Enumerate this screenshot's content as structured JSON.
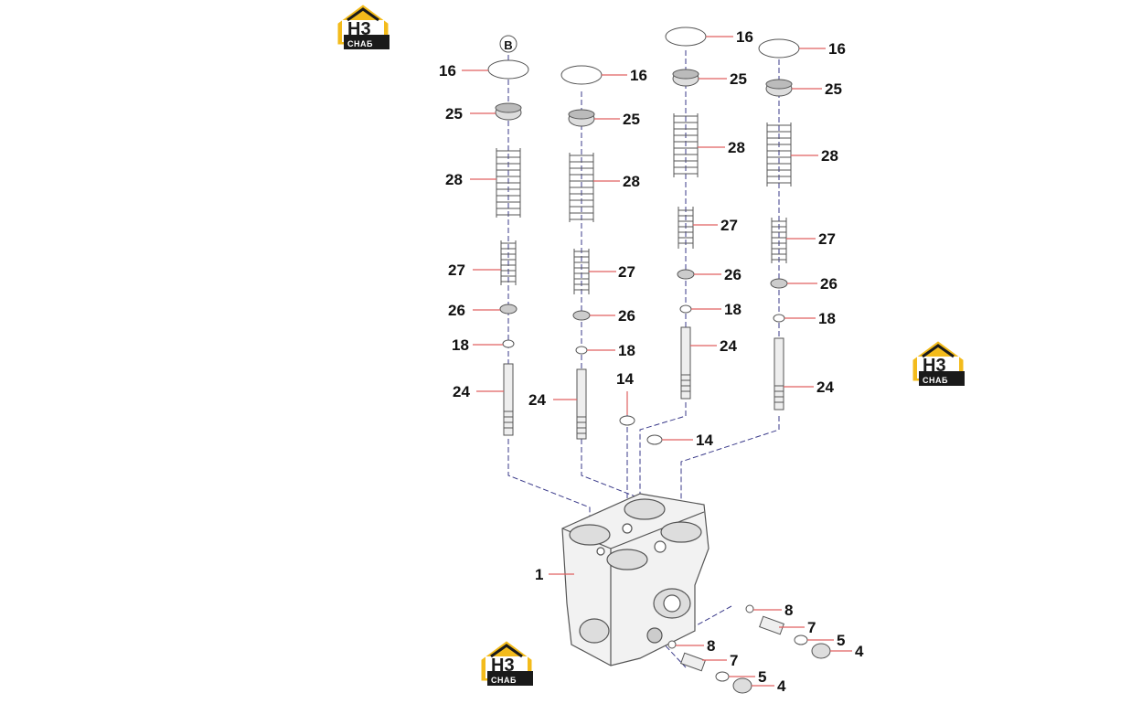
{
  "brand": {
    "logo_top": "H3",
    "logo_bottom": "СНАБ",
    "yellow": "#f3bb1b",
    "dark": "#1a1a1a"
  },
  "colors": {
    "leader": "#e06060",
    "axis": "#3a3a8a",
    "part_stroke": "#555555"
  },
  "diagram": {
    "column_marker": "B",
    "callouts": [
      "16",
      "25",
      "28",
      "27",
      "26",
      "18",
      "24",
      "16",
      "25",
      "28",
      "27",
      "26",
      "18",
      "24",
      "16",
      "25",
      "28",
      "27",
      "26",
      "18",
      "24",
      "16",
      "25",
      "28",
      "27",
      "26",
      "18",
      "24",
      "14",
      "14",
      "1",
      "8",
      "7",
      "5",
      "4",
      "8",
      "7",
      "5",
      "4"
    ]
  }
}
